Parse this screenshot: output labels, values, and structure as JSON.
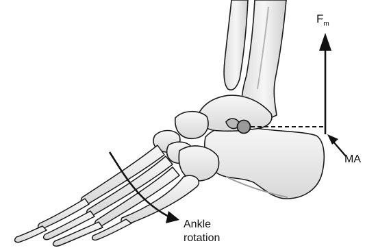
{
  "labels": {
    "force_main": "F",
    "force_sub": "m",
    "moment_arm": "MA",
    "rotation_line1": "Ankle",
    "rotation_line2": "rotation"
  },
  "colors": {
    "bone_fill": "#efefef",
    "bone_shadow": "#c9c9c9",
    "outline": "#1a1a1a",
    "joint_marker": "#9a9a9a",
    "arrow": "#111111"
  },
  "icons": {
    "force_arrow": "arrow-up-icon",
    "moment_arm_pointer": "arrow-pointer-icon",
    "rotation_arrow": "curved-arrow-icon",
    "ankle_axis": "circle-marker-icon"
  }
}
